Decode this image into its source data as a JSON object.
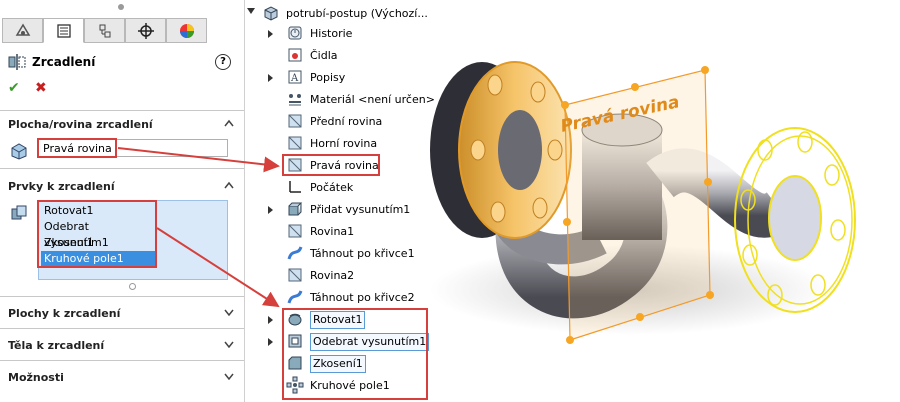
{
  "panel": {
    "tabs": [
      "feature-manager-icon",
      "property-manager-icon",
      "configuration-manager-icon",
      "dimxpert-icon",
      "display-manager-icon"
    ],
    "title": "Zrcadlení",
    "help": "?",
    "ok": "✔",
    "cancel": "✖",
    "sections": {
      "mirror_plane": "Plocha/rovina zrcadlení",
      "mirror_features": "Prvky k zrcadlení",
      "mirror_faces": "Plochy k zrcadlení",
      "mirror_bodies": "Těla k zrcadlení",
      "options": "Možnosti"
    },
    "plane_value": "Pravá rovina",
    "features": [
      "Rotovat1",
      "Odebrat vysunutím1",
      "Zkosení1",
      "Kruhové pole1"
    ]
  },
  "tree": {
    "root": "potrubí-postup  (Výchozí...",
    "items": [
      {
        "label": "Historie",
        "icon": "history-icon"
      },
      {
        "label": "Čidla",
        "icon": "sensor-icon"
      },
      {
        "label": "Popisy",
        "icon": "annotations-icon"
      },
      {
        "label": "Materiál <není určen>",
        "icon": "material-icon"
      },
      {
        "label": "Přední rovina",
        "icon": "plane-icon"
      },
      {
        "label": "Horní rovina",
        "icon": "plane-icon"
      },
      {
        "label": "Pravá rovina",
        "icon": "plane-icon"
      },
      {
        "label": "Počátek",
        "icon": "origin-icon"
      },
      {
        "label": "Přidat vysunutím1",
        "icon": "boss-extrude-icon"
      },
      {
        "label": "Rovina1",
        "icon": "plane-icon"
      },
      {
        "label": "Táhnout po křivce1",
        "icon": "sweep-icon"
      },
      {
        "label": "Rovina2",
        "icon": "plane-icon"
      },
      {
        "label": "Táhnout po křivce2",
        "icon": "sweep-icon"
      },
      {
        "label": "Rotovat1",
        "icon": "revolve-icon"
      },
      {
        "label": "Odebrat vysunutím1",
        "icon": "cut-extrude-icon"
      },
      {
        "label": "Zkosení1",
        "icon": "chamfer-icon"
      },
      {
        "label": "Kruhové pole1",
        "icon": "circular-pattern-icon"
      }
    ]
  },
  "viewport": {
    "plane_label": "Pravá rovina"
  },
  "colors": {
    "highlight": "#d6403c",
    "selection": "#3a8fe0",
    "preview_yellow": "#f0e020",
    "selected_orange": "#f6a623"
  }
}
